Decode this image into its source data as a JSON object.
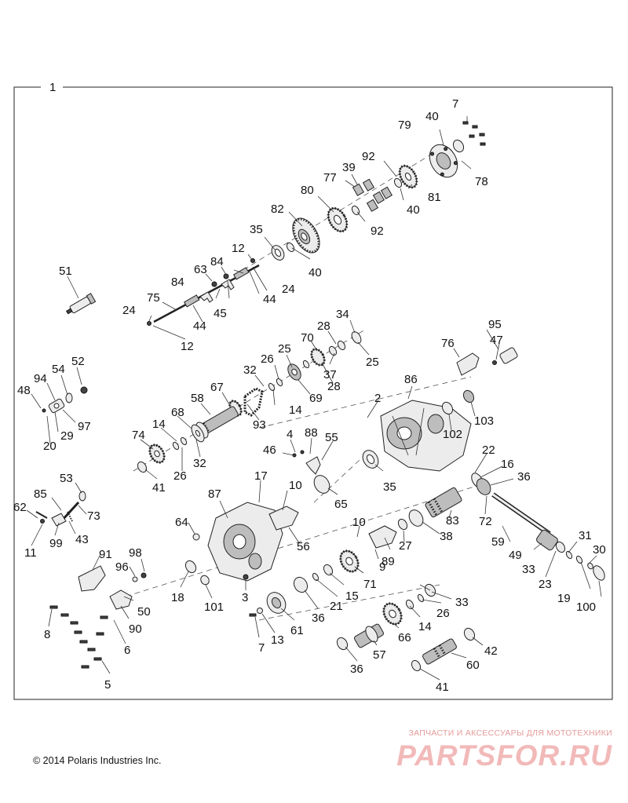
{
  "assembly_label": "1",
  "labels": [
    {
      "id": "p7a",
      "text": "7"
    },
    {
      "id": "p40a",
      "text": "40"
    },
    {
      "id": "p79",
      "text": "79"
    },
    {
      "id": "p78",
      "text": "78"
    },
    {
      "id": "p39",
      "text": "39"
    },
    {
      "id": "p92a",
      "text": "92"
    },
    {
      "id": "p77",
      "text": "77"
    },
    {
      "id": "p81",
      "text": "81"
    },
    {
      "id": "p80",
      "text": "80"
    },
    {
      "id": "p40b",
      "text": "40"
    },
    {
      "id": "p82",
      "text": "82"
    },
    {
      "id": "p92b",
      "text": "92"
    },
    {
      "id": "p35a",
      "text": "35"
    },
    {
      "id": "p40c",
      "text": "40"
    },
    {
      "id": "p12a",
      "text": "12"
    },
    {
      "id": "p84a",
      "text": "84"
    },
    {
      "id": "p63",
      "text": "63"
    },
    {
      "id": "p24a",
      "text": "24"
    },
    {
      "id": "p84b",
      "text": "84"
    },
    {
      "id": "p44a",
      "text": "44"
    },
    {
      "id": "p51",
      "text": "51"
    },
    {
      "id": "p75",
      "text": "75"
    },
    {
      "id": "p45",
      "text": "45"
    },
    {
      "id": "p44b",
      "text": "44"
    },
    {
      "id": "p24b",
      "text": "24"
    },
    {
      "id": "p12b",
      "text": "12"
    },
    {
      "id": "p34",
      "text": "34"
    },
    {
      "id": "p28a",
      "text": "28"
    },
    {
      "id": "p70",
      "text": "70"
    },
    {
      "id": "p25a",
      "text": "25"
    },
    {
      "id": "p95",
      "text": "95"
    },
    {
      "id": "p76",
      "text": "76"
    },
    {
      "id": "p47",
      "text": "47"
    },
    {
      "id": "p26a",
      "text": "26"
    },
    {
      "id": "p37",
      "text": "37"
    },
    {
      "id": "p25b",
      "text": "25"
    },
    {
      "id": "p32a",
      "text": "32"
    },
    {
      "id": "p28b",
      "text": "28"
    },
    {
      "id": "p52",
      "text": "52"
    },
    {
      "id": "p54",
      "text": "54"
    },
    {
      "id": "p94",
      "text": "94"
    },
    {
      "id": "p48",
      "text": "48"
    },
    {
      "id": "p67",
      "text": "67"
    },
    {
      "id": "p69",
      "text": "69"
    },
    {
      "id": "p86",
      "text": "86"
    },
    {
      "id": "p14a",
      "text": "14"
    },
    {
      "id": "p58",
      "text": "58"
    },
    {
      "id": "p2",
      "text": "2"
    },
    {
      "id": "p103",
      "text": "103"
    },
    {
      "id": "p97",
      "text": "97"
    },
    {
      "id": "p29",
      "text": "29"
    },
    {
      "id": "p20",
      "text": "20"
    },
    {
      "id": "p93",
      "text": "93"
    },
    {
      "id": "p68",
      "text": "68"
    },
    {
      "id": "p14b",
      "text": "14"
    },
    {
      "id": "p102",
      "text": "102"
    },
    {
      "id": "p74",
      "text": "74"
    },
    {
      "id": "p4",
      "text": "4"
    },
    {
      "id": "p88",
      "text": "88"
    },
    {
      "id": "p55",
      "text": "55"
    },
    {
      "id": "p46",
      "text": "46"
    },
    {
      "id": "p32b",
      "text": "32"
    },
    {
      "id": "p26b",
      "text": "26"
    },
    {
      "id": "p22",
      "text": "22"
    },
    {
      "id": "p16",
      "text": "16"
    },
    {
      "id": "p41a",
      "text": "41"
    },
    {
      "id": "p36a",
      "text": "36"
    },
    {
      "id": "p35b",
      "text": "35"
    },
    {
      "id": "p53",
      "text": "53"
    },
    {
      "id": "p17",
      "text": "17"
    },
    {
      "id": "p10a",
      "text": "10"
    },
    {
      "id": "p65",
      "text": "65"
    },
    {
      "id": "p85",
      "text": "85"
    },
    {
      "id": "p87",
      "text": "87"
    },
    {
      "id": "p62",
      "text": "62"
    },
    {
      "id": "p73",
      "text": "73"
    },
    {
      "id": "p72",
      "text": "72"
    },
    {
      "id": "p83",
      "text": "83"
    },
    {
      "id": "p64",
      "text": "64"
    },
    {
      "id": "p10b",
      "text": "10"
    },
    {
      "id": "p38",
      "text": "38"
    },
    {
      "id": "p27",
      "text": "27"
    },
    {
      "id": "p59",
      "text": "59"
    },
    {
      "id": "p43",
      "text": "43"
    },
    {
      "id": "p99",
      "text": "99"
    },
    {
      "id": "p11",
      "text": "11"
    },
    {
      "id": "p56",
      "text": "56"
    },
    {
      "id": "p31",
      "text": "31"
    },
    {
      "id": "p89",
      "text": "89"
    },
    {
      "id": "p49",
      "text": "49"
    },
    {
      "id": "p30",
      "text": "30"
    },
    {
      "id": "p91",
      "text": "91"
    },
    {
      "id": "p98",
      "text": "98"
    },
    {
      "id": "p9",
      "text": "9"
    },
    {
      "id": "p33a",
      "text": "33"
    },
    {
      "id": "p96",
      "text": "96"
    },
    {
      "id": "p71",
      "text": "71"
    },
    {
      "id": "p23",
      "text": "23"
    },
    {
      "id": "p18",
      "text": "18"
    },
    {
      "id": "p3",
      "text": "3"
    },
    {
      "id": "p15",
      "text": "15"
    },
    {
      "id": "p50",
      "text": "50"
    },
    {
      "id": "p101",
      "text": "101"
    },
    {
      "id": "p21",
      "text": "21"
    },
    {
      "id": "p19",
      "text": "19"
    },
    {
      "id": "p100",
      "text": "100"
    },
    {
      "id": "p36b",
      "text": "36"
    },
    {
      "id": "p33b",
      "text": "33"
    },
    {
      "id": "p90",
      "text": "90"
    },
    {
      "id": "p26c",
      "text": "26"
    },
    {
      "id": "p8",
      "text": "8"
    },
    {
      "id": "p61",
      "text": "61"
    },
    {
      "id": "p14c",
      "text": "14"
    },
    {
      "id": "p66",
      "text": "66"
    },
    {
      "id": "p7b",
      "text": "7"
    },
    {
      "id": "p13",
      "text": "13"
    },
    {
      "id": "p6",
      "text": "6"
    },
    {
      "id": "p42",
      "text": "42"
    },
    {
      "id": "p57",
      "text": "57"
    },
    {
      "id": "p60",
      "text": "60"
    },
    {
      "id": "p36c",
      "text": "36"
    },
    {
      "id": "p5",
      "text": "5"
    },
    {
      "id": "p41b",
      "text": "41"
    }
  ],
  "copyright": "© 2014 Polaris Industries Inc.",
  "watermark": {
    "tagline": "ЗАПЧАСТИ И АКСЕССУАРЫ ДЛЯ МОТОТЕХНИКИ",
    "logo": "PARTSFOR.RU"
  }
}
